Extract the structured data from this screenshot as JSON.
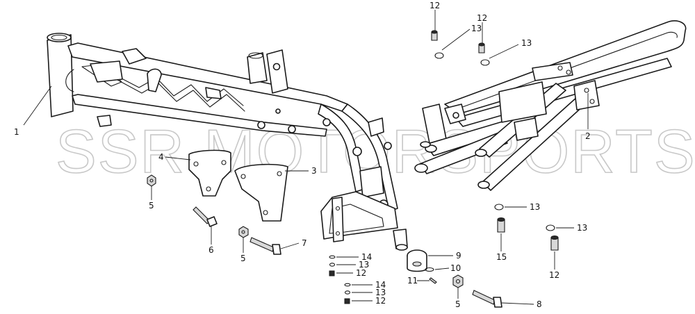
{
  "watermark": "SSR MOTORSPORTS",
  "callouts": {
    "c1": "1",
    "c2": "2",
    "c3": "3",
    "c4": "4",
    "c5a": "5",
    "c5b": "5",
    "c5c": "5",
    "c6": "6",
    "c7": "7",
    "c8": "8",
    "c9": "9",
    "c10": "10",
    "c11": "11",
    "c12a": "12",
    "c12b": "12",
    "c12c": "12",
    "c12d": "12",
    "c12e": "12",
    "c13a": "13",
    "c13b": "13",
    "c13c": "13",
    "c13d": "13",
    "c13e": "13",
    "c13f": "13",
    "c14a": "14",
    "c14b": "14",
    "c15": "15"
  },
  "colors": {
    "line": "#1a1a1a",
    "watermark": "#c8c8c8",
    "background": "#ffffff"
  }
}
